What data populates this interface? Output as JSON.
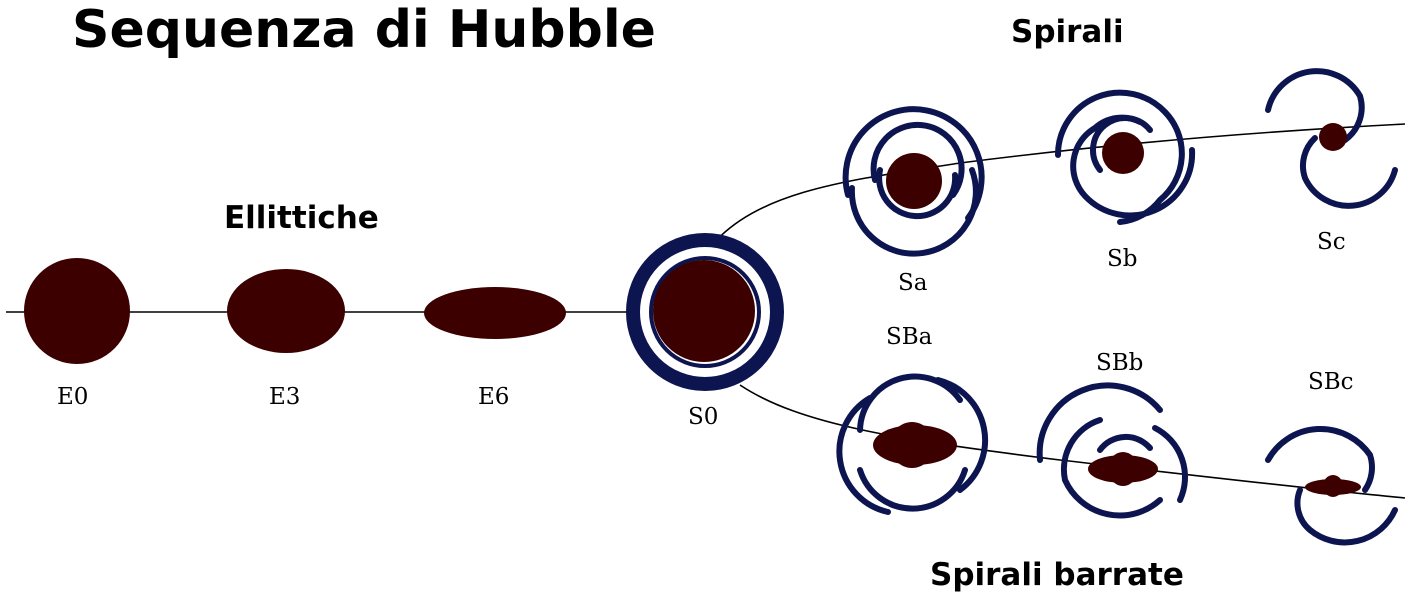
{
  "title": "Sequenza di Hubble",
  "groups": {
    "ellipticals": "Ellittiche",
    "spirals": "Spirali",
    "barred_spirals": "Spirali barrate"
  },
  "labels": {
    "E0": "E0",
    "E3": "E3",
    "E6": "E6",
    "S0": "S0",
    "Sa": "Sa",
    "Sb": "Sb",
    "Sc": "Sc",
    "SBa": "SBa",
    "SBb": "SBb",
    "SBc": "SBc"
  },
  "colors": {
    "core": "#3d0000",
    "arms": "#0c1550",
    "line": "#000000",
    "background": "#ffffff"
  }
}
